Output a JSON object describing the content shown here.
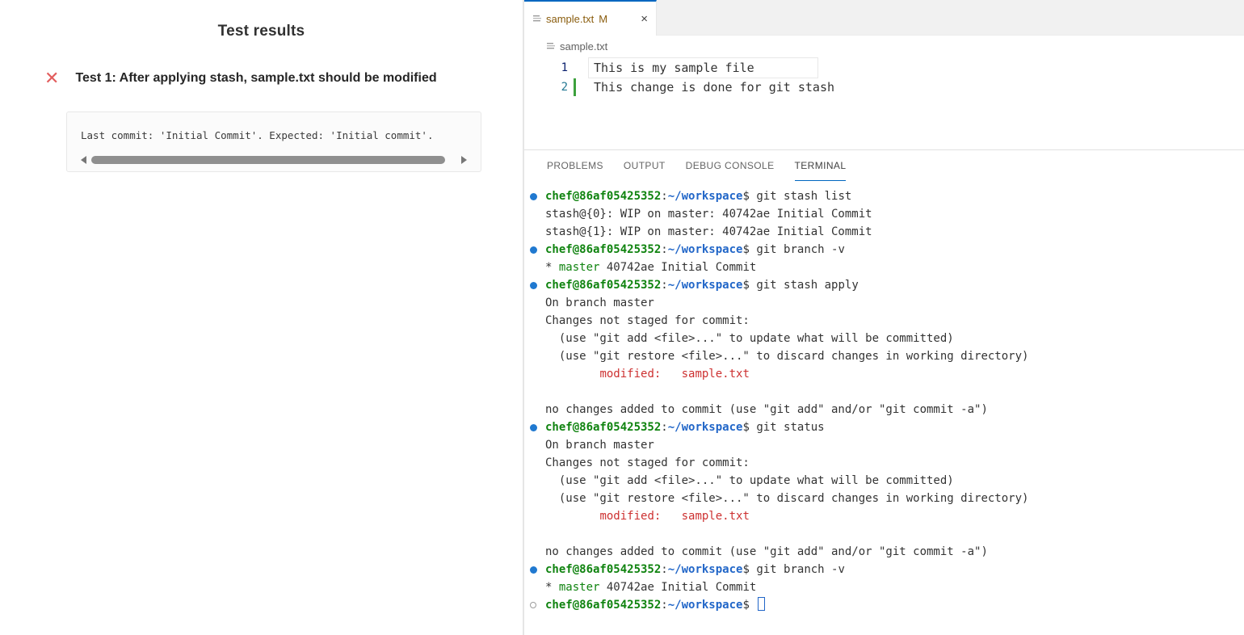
{
  "left_panel": {
    "title": "Test results",
    "tests": [
      {
        "status": "fail",
        "fail_glyph": "✕",
        "label": "Test 1: After applying stash, sample.txt should be modified",
        "message": "Last commit: 'Initial Commit'. Expected: 'Initial commit'."
      }
    ]
  },
  "editor": {
    "tab": {
      "label": "sample.txt",
      "modified_badge": "M",
      "close": "×"
    },
    "breadcrumb": "sample.txt",
    "lines": [
      {
        "number": "1",
        "text": "This is my sample file",
        "active": true,
        "added": false
      },
      {
        "number": "2",
        "text": "This change is done for git stash",
        "active": false,
        "added": true
      }
    ]
  },
  "panel": {
    "tabs": [
      {
        "label": "PROBLEMS",
        "active": false
      },
      {
        "label": "OUTPUT",
        "active": false
      },
      {
        "label": "DEBUG CONSOLE",
        "active": false
      },
      {
        "label": "TERMINAL",
        "active": true
      }
    ],
    "terminal": {
      "lines": [
        {
          "dec": "filled",
          "segments": [
            {
              "t": "chef@86af05425352",
              "c": "userhost"
            },
            {
              "t": ":",
              "c": "plain"
            },
            {
              "t": "~/workspace",
              "c": "path"
            },
            {
              "t": "$ ",
              "c": "plain"
            },
            {
              "t": "git stash list",
              "c": "plain"
            }
          ]
        },
        {
          "segments": [
            {
              "t": "stash@{0}: WIP on master: 40742ae Initial Commit",
              "c": "plain"
            }
          ]
        },
        {
          "segments": [
            {
              "t": "stash@{1}: WIP on master: 40742ae Initial Commit",
              "c": "plain"
            }
          ]
        },
        {
          "dec": "filled",
          "segments": [
            {
              "t": "chef@86af05425352",
              "c": "userhost"
            },
            {
              "t": ":",
              "c": "plain"
            },
            {
              "t": "~/workspace",
              "c": "path"
            },
            {
              "t": "$ ",
              "c": "plain"
            },
            {
              "t": "git branch -v",
              "c": "plain"
            }
          ]
        },
        {
          "segments": [
            {
              "t": "* ",
              "c": "plain"
            },
            {
              "t": "master",
              "c": "branch"
            },
            {
              "t": " 40742ae Initial Commit",
              "c": "plain"
            }
          ]
        },
        {
          "dec": "filled",
          "segments": [
            {
              "t": "chef@86af05425352",
              "c": "userhost"
            },
            {
              "t": ":",
              "c": "plain"
            },
            {
              "t": "~/workspace",
              "c": "path"
            },
            {
              "t": "$ ",
              "c": "plain"
            },
            {
              "t": "git stash apply",
              "c": "plain"
            }
          ]
        },
        {
          "segments": [
            {
              "t": "On branch master",
              "c": "plain"
            }
          ]
        },
        {
          "segments": [
            {
              "t": "Changes not staged for commit:",
              "c": "plain"
            }
          ]
        },
        {
          "segments": [
            {
              "t": "  (use \"git add <file>...\" to update what will be committed)",
              "c": "plain"
            }
          ]
        },
        {
          "segments": [
            {
              "t": "  (use \"git restore <file>...\" to discard changes in working directory)",
              "c": "plain"
            }
          ]
        },
        {
          "segments": [
            {
              "t": "        ",
              "c": "plain"
            },
            {
              "t": "modified:   sample.txt",
              "c": "error"
            }
          ]
        },
        {
          "segments": []
        },
        {
          "segments": [
            {
              "t": "no changes added to commit (use \"git add\" and/or \"git commit -a\")",
              "c": "plain"
            }
          ]
        },
        {
          "dec": "filled",
          "segments": [
            {
              "t": "chef@86af05425352",
              "c": "userhost"
            },
            {
              "t": ":",
              "c": "plain"
            },
            {
              "t": "~/workspace",
              "c": "path"
            },
            {
              "t": "$ ",
              "c": "plain"
            },
            {
              "t": "git status",
              "c": "plain"
            }
          ]
        },
        {
          "segments": [
            {
              "t": "On branch master",
              "c": "plain"
            }
          ]
        },
        {
          "segments": [
            {
              "t": "Changes not staged for commit:",
              "c": "plain"
            }
          ]
        },
        {
          "segments": [
            {
              "t": "  (use \"git add <file>...\" to update what will be committed)",
              "c": "plain"
            }
          ]
        },
        {
          "segments": [
            {
              "t": "  (use \"git restore <file>...\" to discard changes in working directory)",
              "c": "plain"
            }
          ]
        },
        {
          "segments": [
            {
              "t": "        ",
              "c": "plain"
            },
            {
              "t": "modified:   sample.txt",
              "c": "error"
            }
          ]
        },
        {
          "segments": []
        },
        {
          "segments": [
            {
              "t": "no changes added to commit (use \"git add\" and/or \"git commit -a\")",
              "c": "plain"
            }
          ]
        },
        {
          "dec": "filled",
          "segments": [
            {
              "t": "chef@86af05425352",
              "c": "userhost"
            },
            {
              "t": ":",
              "c": "plain"
            },
            {
              "t": "~/workspace",
              "c": "path"
            },
            {
              "t": "$ ",
              "c": "plain"
            },
            {
              "t": "git branch -v",
              "c": "plain"
            }
          ]
        },
        {
          "segments": [
            {
              "t": "* ",
              "c": "plain"
            },
            {
              "t": "master",
              "c": "branch"
            },
            {
              "t": " 40742ae Initial Commit",
              "c": "plain"
            }
          ]
        },
        {
          "dec": "open",
          "cursor": true,
          "segments": [
            {
              "t": "chef@86af05425352",
              "c": "userhost"
            },
            {
              "t": ":",
              "c": "plain"
            },
            {
              "t": "~/workspace",
              "c": "path"
            },
            {
              "t": "$ ",
              "c": "plain"
            }
          ]
        }
      ]
    }
  },
  "colors": {
    "accent_blue": "#0067c0",
    "tab_modified_gold": "#8a5d0e",
    "terminal_green": "#0f830f",
    "terminal_blue": "#2166c8",
    "terminal_red": "#cd3131",
    "branch_green": "#0f830f",
    "fail_red": "#e25d5d",
    "gutter_added_green": "#3da13d",
    "decoration_blue": "#2079d0"
  }
}
